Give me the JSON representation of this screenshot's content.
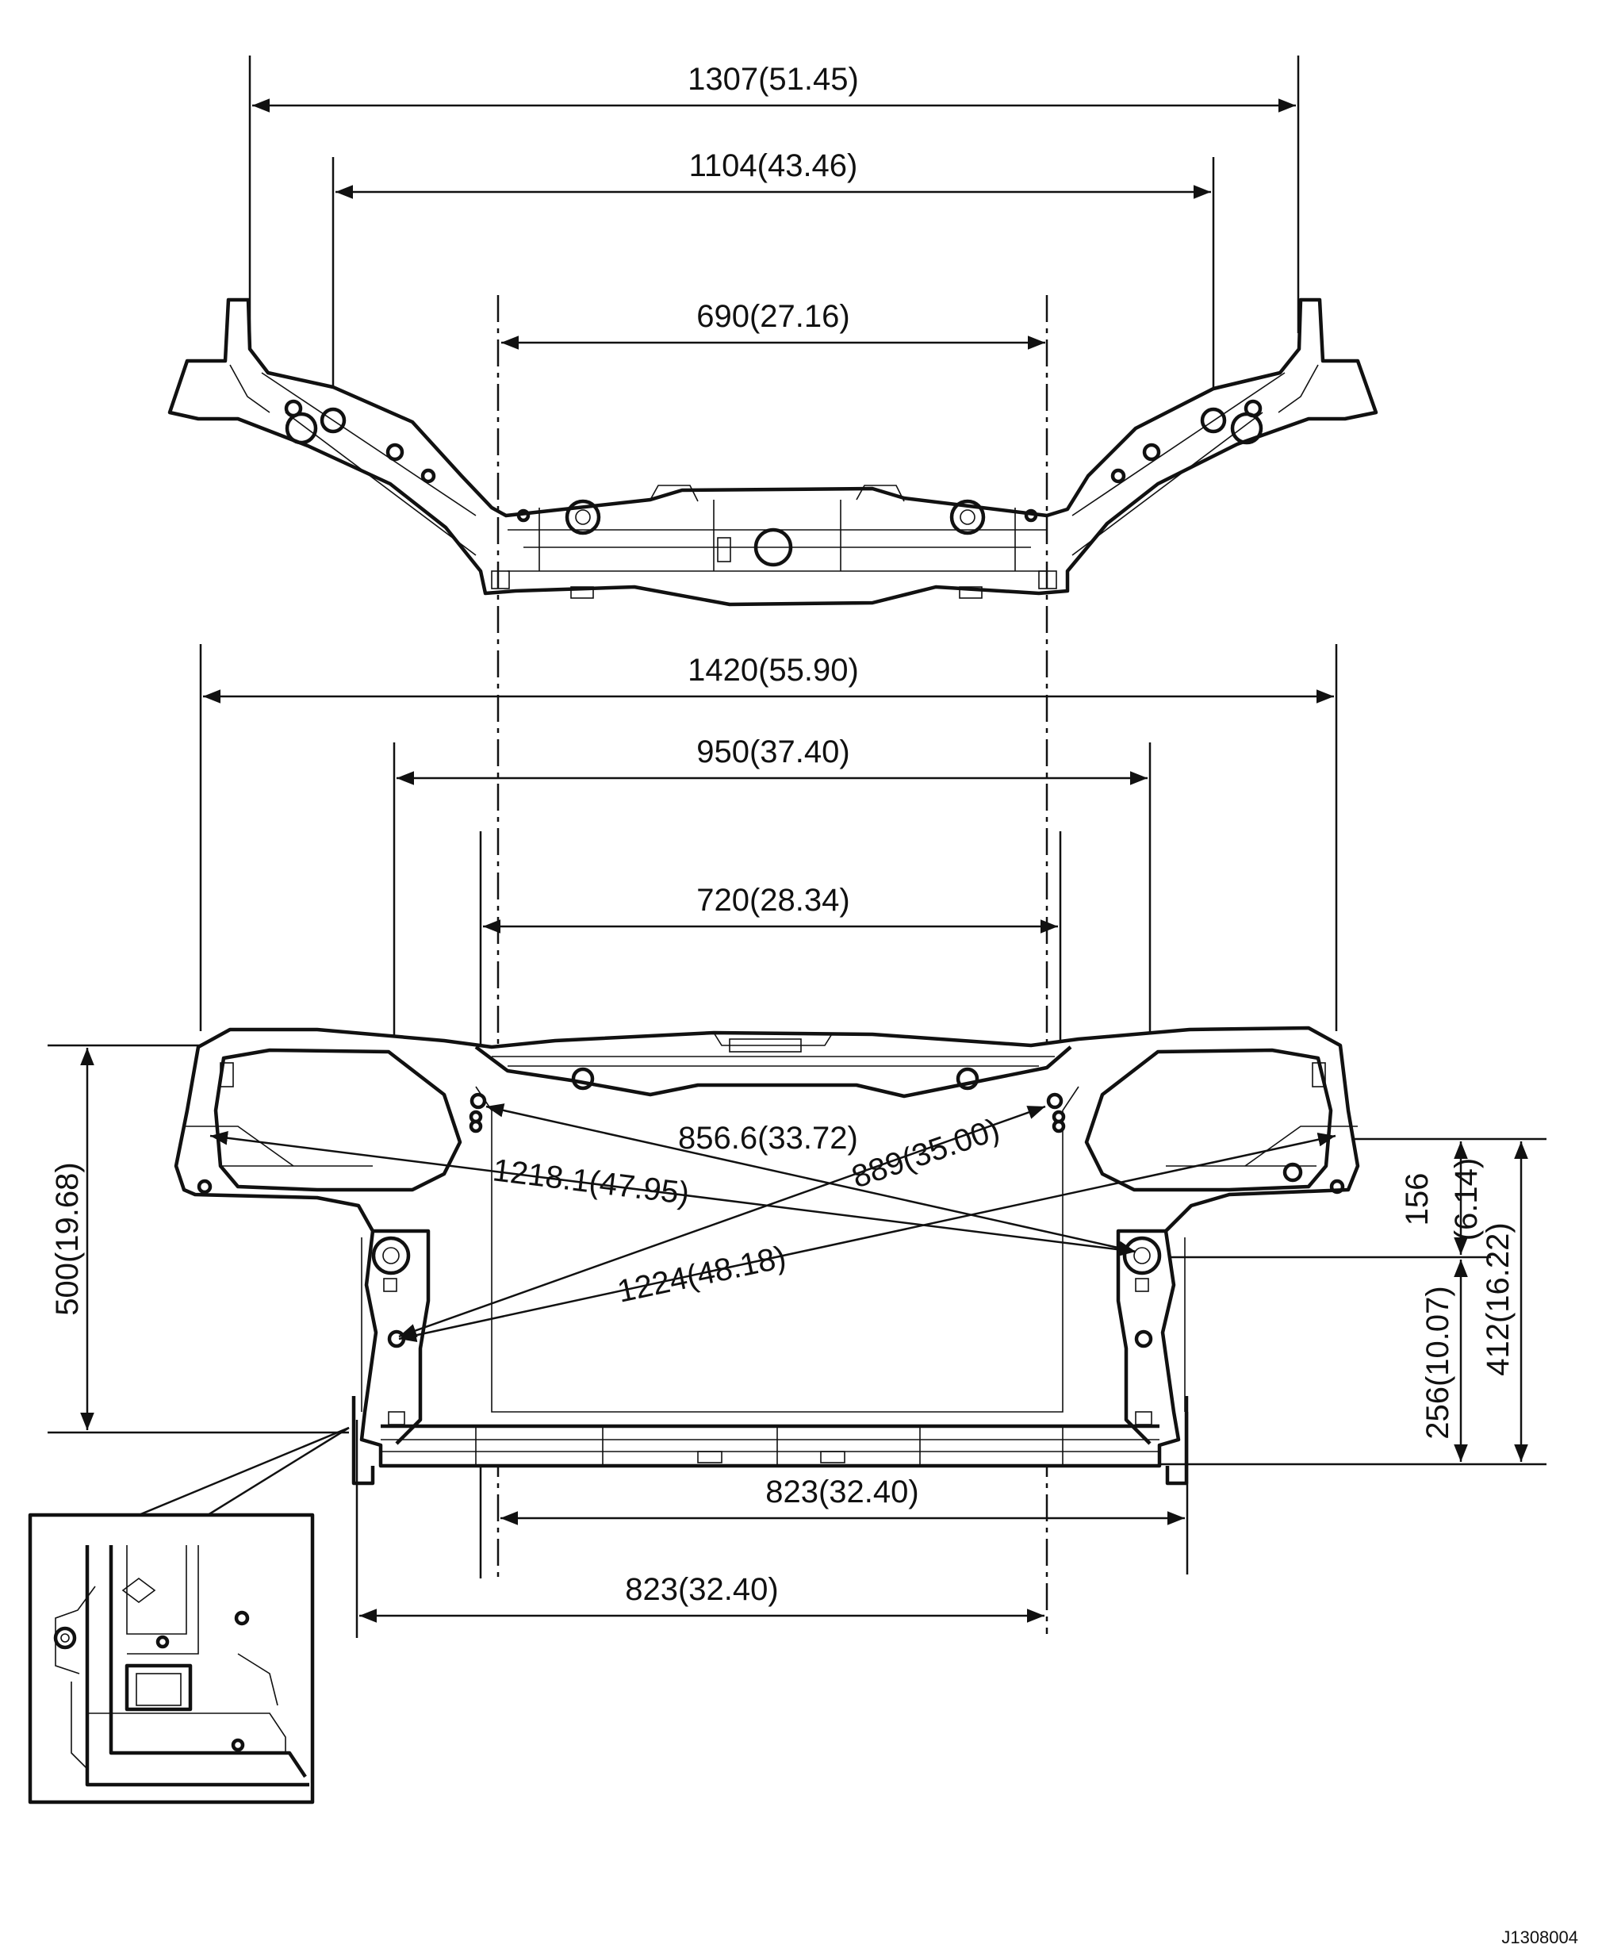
{
  "dimensions": {
    "upper": {
      "overall_mount": "1307(51.45)",
      "inner_mount": "1104(43.46)",
      "center_span": "690(27.16)"
    },
    "lower": {
      "overall_width": "1420(55.90)",
      "lamp_span": "950(37.40)",
      "inner_span": "720(28.34)",
      "diag_856": "856.6(33.72)",
      "diag_889": "889(35.00)",
      "diag_1218": "1218.1(47.95)",
      "diag_1224": "1224(48.18)",
      "height_total": "500(19.68)",
      "height_156": "156",
      "height_156_in": "(6.14)",
      "height_256": "256(10.07)",
      "height_412": "412(16.22)",
      "bottom_span_a": "823(32.40)",
      "bottom_span_b": "823(32.40)"
    }
  },
  "figure_code": "J1308004"
}
